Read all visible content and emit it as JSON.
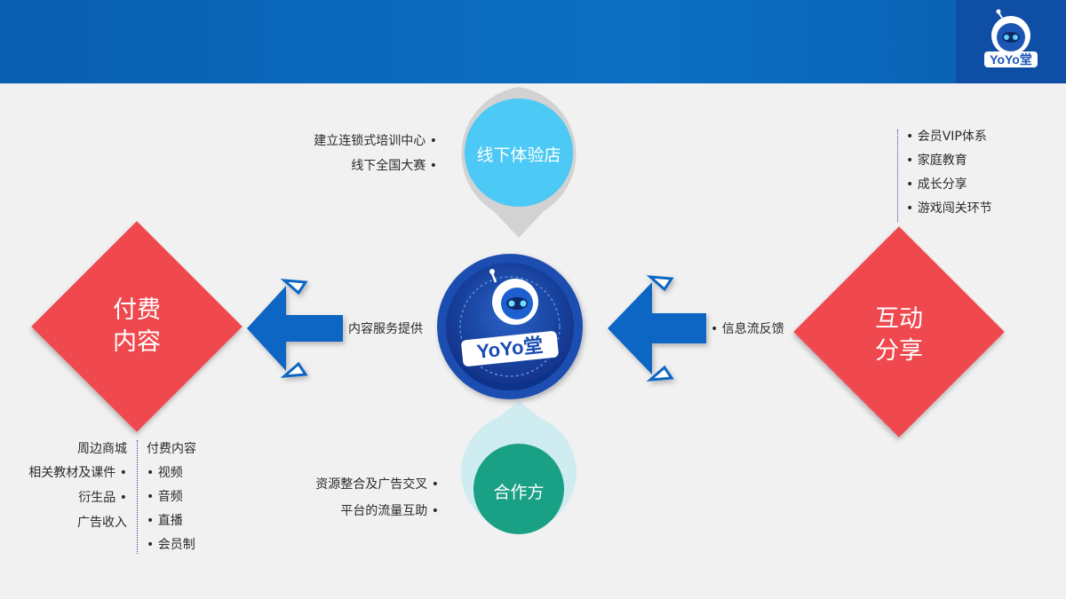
{
  "header": {
    "logo_text": "YoYo堂"
  },
  "center": {
    "logo_text": "YoYo堂"
  },
  "top_node": {
    "label": "线下体验店",
    "items": [
      "建立连锁式培训中心 •",
      "线下全国大赛 •"
    ]
  },
  "bottom_node": {
    "label": "合作方",
    "items": [
      "资源整合及广告交叉 •",
      "平台的流量互助 •"
    ]
  },
  "left_node": {
    "label_line1": "付费",
    "label_line2": "内容",
    "arrow_label": "内容服务提供",
    "left_col": [
      "周边商城",
      "相关教材及课件 •",
      "衍生品 •",
      "广告收入"
    ],
    "right_col": [
      "付费内容",
      "• 视频",
      "• 音频",
      "• 直播",
      "• 会员制"
    ]
  },
  "right_node": {
    "label_line1": "互动",
    "label_line2": "分享",
    "arrow_label": "• 信息流反馈",
    "items": [
      "•    会员VIP体系",
      "•    家庭教育",
      "•    成长分享",
      "•    游戏闯关环节"
    ]
  },
  "colors": {
    "diamond": "#ef4a4f",
    "top_circle": "#4cc9f5",
    "bottom_circle": "#1aa085",
    "arrow": "#1166c3",
    "center": "#173e9e"
  }
}
